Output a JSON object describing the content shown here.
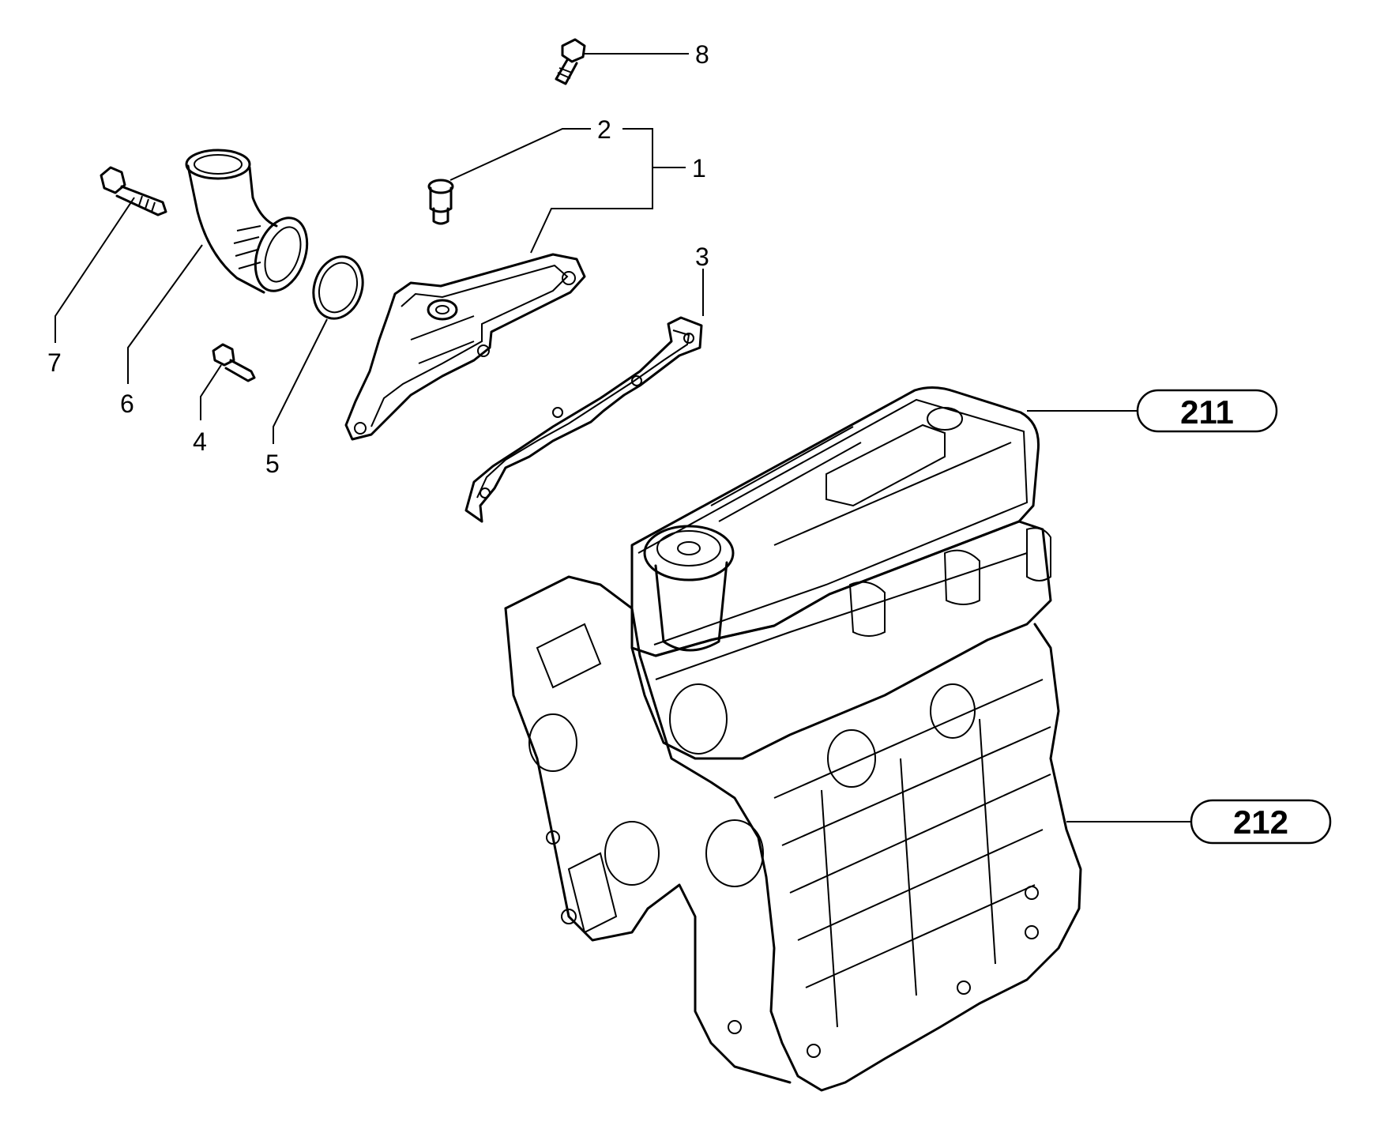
{
  "callouts": {
    "c1": "1",
    "c2": "2",
    "c3": "3",
    "c4": "4",
    "c5": "5",
    "c6": "6",
    "c7": "7",
    "c8": "8"
  },
  "references": {
    "r211": "211",
    "r212": "212"
  },
  "colors": {
    "line": "#000000",
    "background": "#ffffff"
  }
}
